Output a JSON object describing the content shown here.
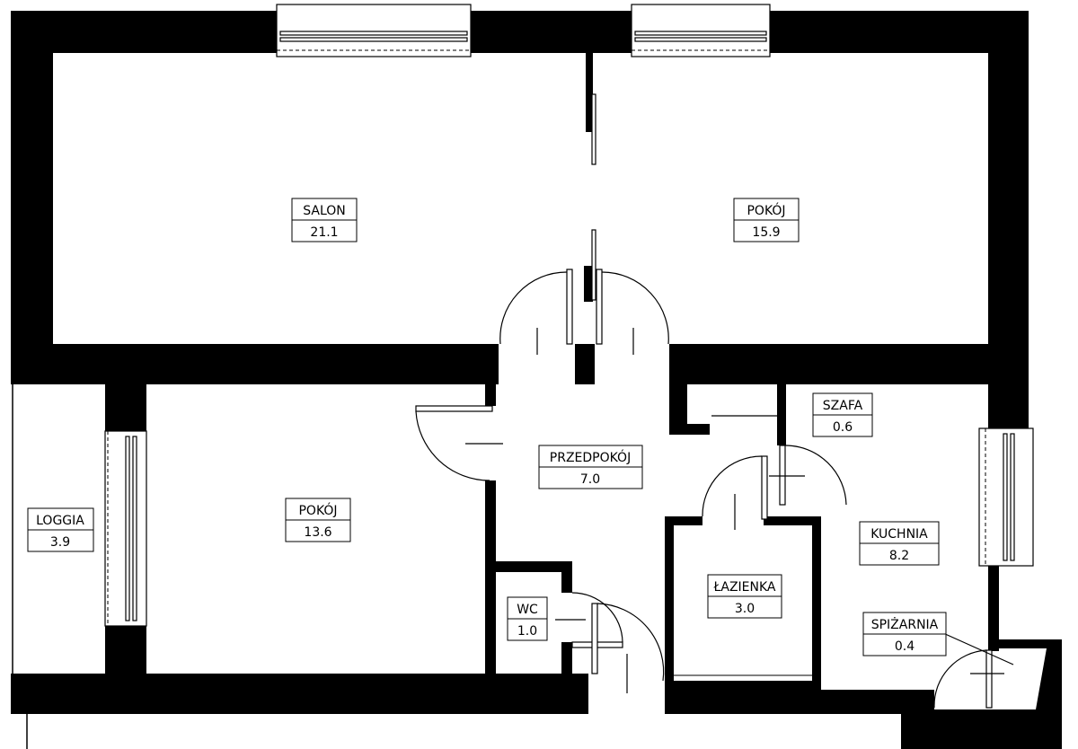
{
  "rooms": [
    {
      "name": "SALON",
      "area": "21.1"
    },
    {
      "name": "POKÓJ",
      "area": "15.9"
    },
    {
      "name": "POKÓJ",
      "area": "13.6"
    },
    {
      "name": "PRZEDPOKÓJ",
      "area": "7.0"
    },
    {
      "name": "SZAFA",
      "area": "0.6"
    },
    {
      "name": "LOGGIA",
      "area": "3.9"
    },
    {
      "name": "WC",
      "area": "1.0"
    },
    {
      "name": "ŁAZIENKA",
      "area": "3.0"
    },
    {
      "name": "KUCHNIA",
      "area": "8.2"
    },
    {
      "name": "SPIŻARNIA",
      "area": "0.4"
    }
  ]
}
